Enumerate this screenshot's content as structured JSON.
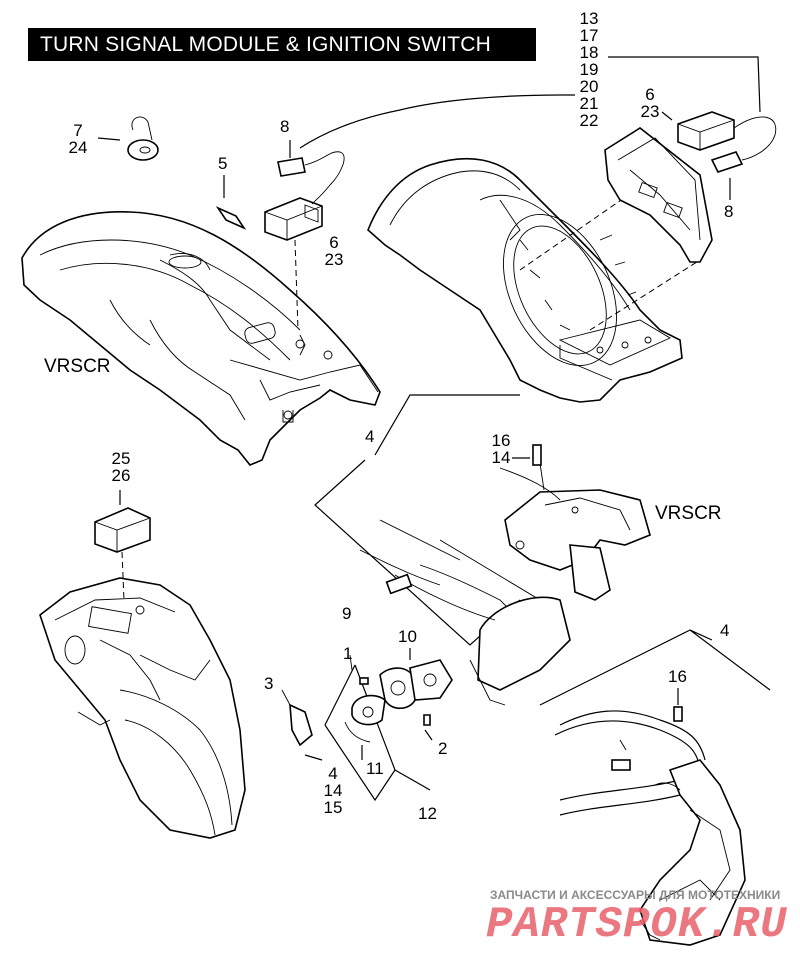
{
  "title": "TURN SIGNAL MODULE & IGNITION SWITCH",
  "models": [
    "VRSCR",
    "VRSCR"
  ],
  "callouts": {
    "c7_24": [
      "7",
      "24"
    ],
    "c8_top": "8",
    "c5": "5",
    "c6_23_left": [
      "6",
      "23"
    ],
    "stack_right": [
      "13",
      "17",
      "18",
      "19",
      "20",
      "21",
      "22"
    ],
    "c6_23_right": [
      "6",
      "23"
    ],
    "c8_right": "8",
    "c4_mid": "4",
    "c16_14": [
      "16",
      "14"
    ],
    "c25_26": [
      "25",
      "26"
    ],
    "c9": "9",
    "c10": "10",
    "c1": "1",
    "c3": "3",
    "c2": "2",
    "c11": "11",
    "c4_14_15": [
      "4",
      "14",
      "15"
    ],
    "c12": "12",
    "c4_right": "4",
    "c16_right": "16"
  },
  "watermark": {
    "line1": "ЗАПЧАСТИ И АКСЕССУАРЫ ДЛЯ МОТОТЕХНИКИ",
    "line2": "PARTSPOK.RU"
  }
}
